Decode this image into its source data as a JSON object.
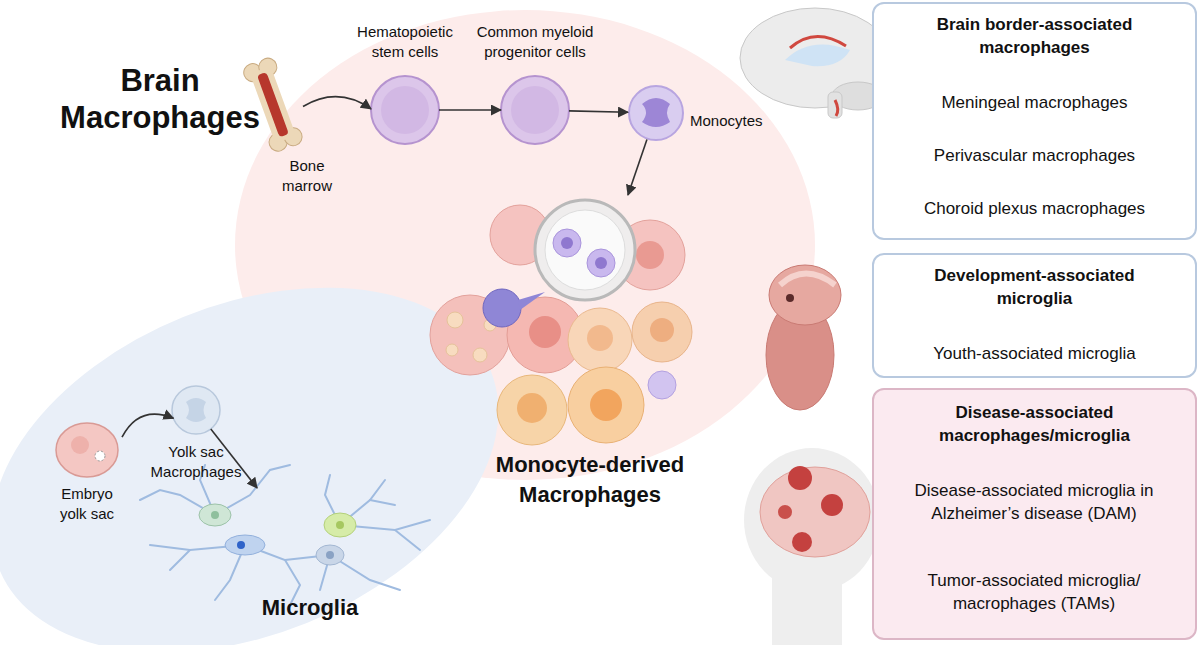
{
  "diagram": {
    "title": "Brain Macrophages",
    "nodes": [
      {
        "text": [
          "Embryo yolk sac"
        ]
      },
      {
        "text": [
          "Yolk sac Macrophages"
        ]
      },
      {
        "text": [
          "Microglia"
        ]
      },
      {
        "text": [
          "Bone marrow"
        ]
      },
      {
        "text": [
          "Hematopoietic stem cells"
        ]
      },
      {
        "text": [
          "Common myeloid progenitor cells"
        ]
      },
      {
        "text": [
          "Monocytes"
        ]
      },
      {
        "text": [
          "Monocyte-derived Macrophages"
        ]
      },
      {
        "text": [
          "Brain border-associated macrophages",
          "Meningeal macrophages",
          "Perivascular macrophages",
          "Choroid plexus macrophages"
        ]
      },
      {
        "text": [
          "Development-associated microglia",
          "Youth-associated microglia"
        ]
      },
      {
        "text": [
          "Disease-associated macrophages/microglia",
          "Disease-associated microglia in Alzheimer’s disease (DAM)",
          "Tumor-associated microglia/ macrophages (TAMs)"
        ]
      }
    ],
    "edges": [
      {
        "from": 0,
        "to": 1,
        "arrow": "to"
      },
      {
        "from": 1,
        "to": 2,
        "arrow": "to"
      },
      {
        "from": 3,
        "to": 4,
        "arrow": "to"
      },
      {
        "from": 4,
        "to": 5,
        "arrow": "to"
      },
      {
        "from": 5,
        "to": 6,
        "arrow": "to"
      },
      {
        "from": 6,
        "to": 7,
        "arrow": "to"
      }
    ]
  }
}
